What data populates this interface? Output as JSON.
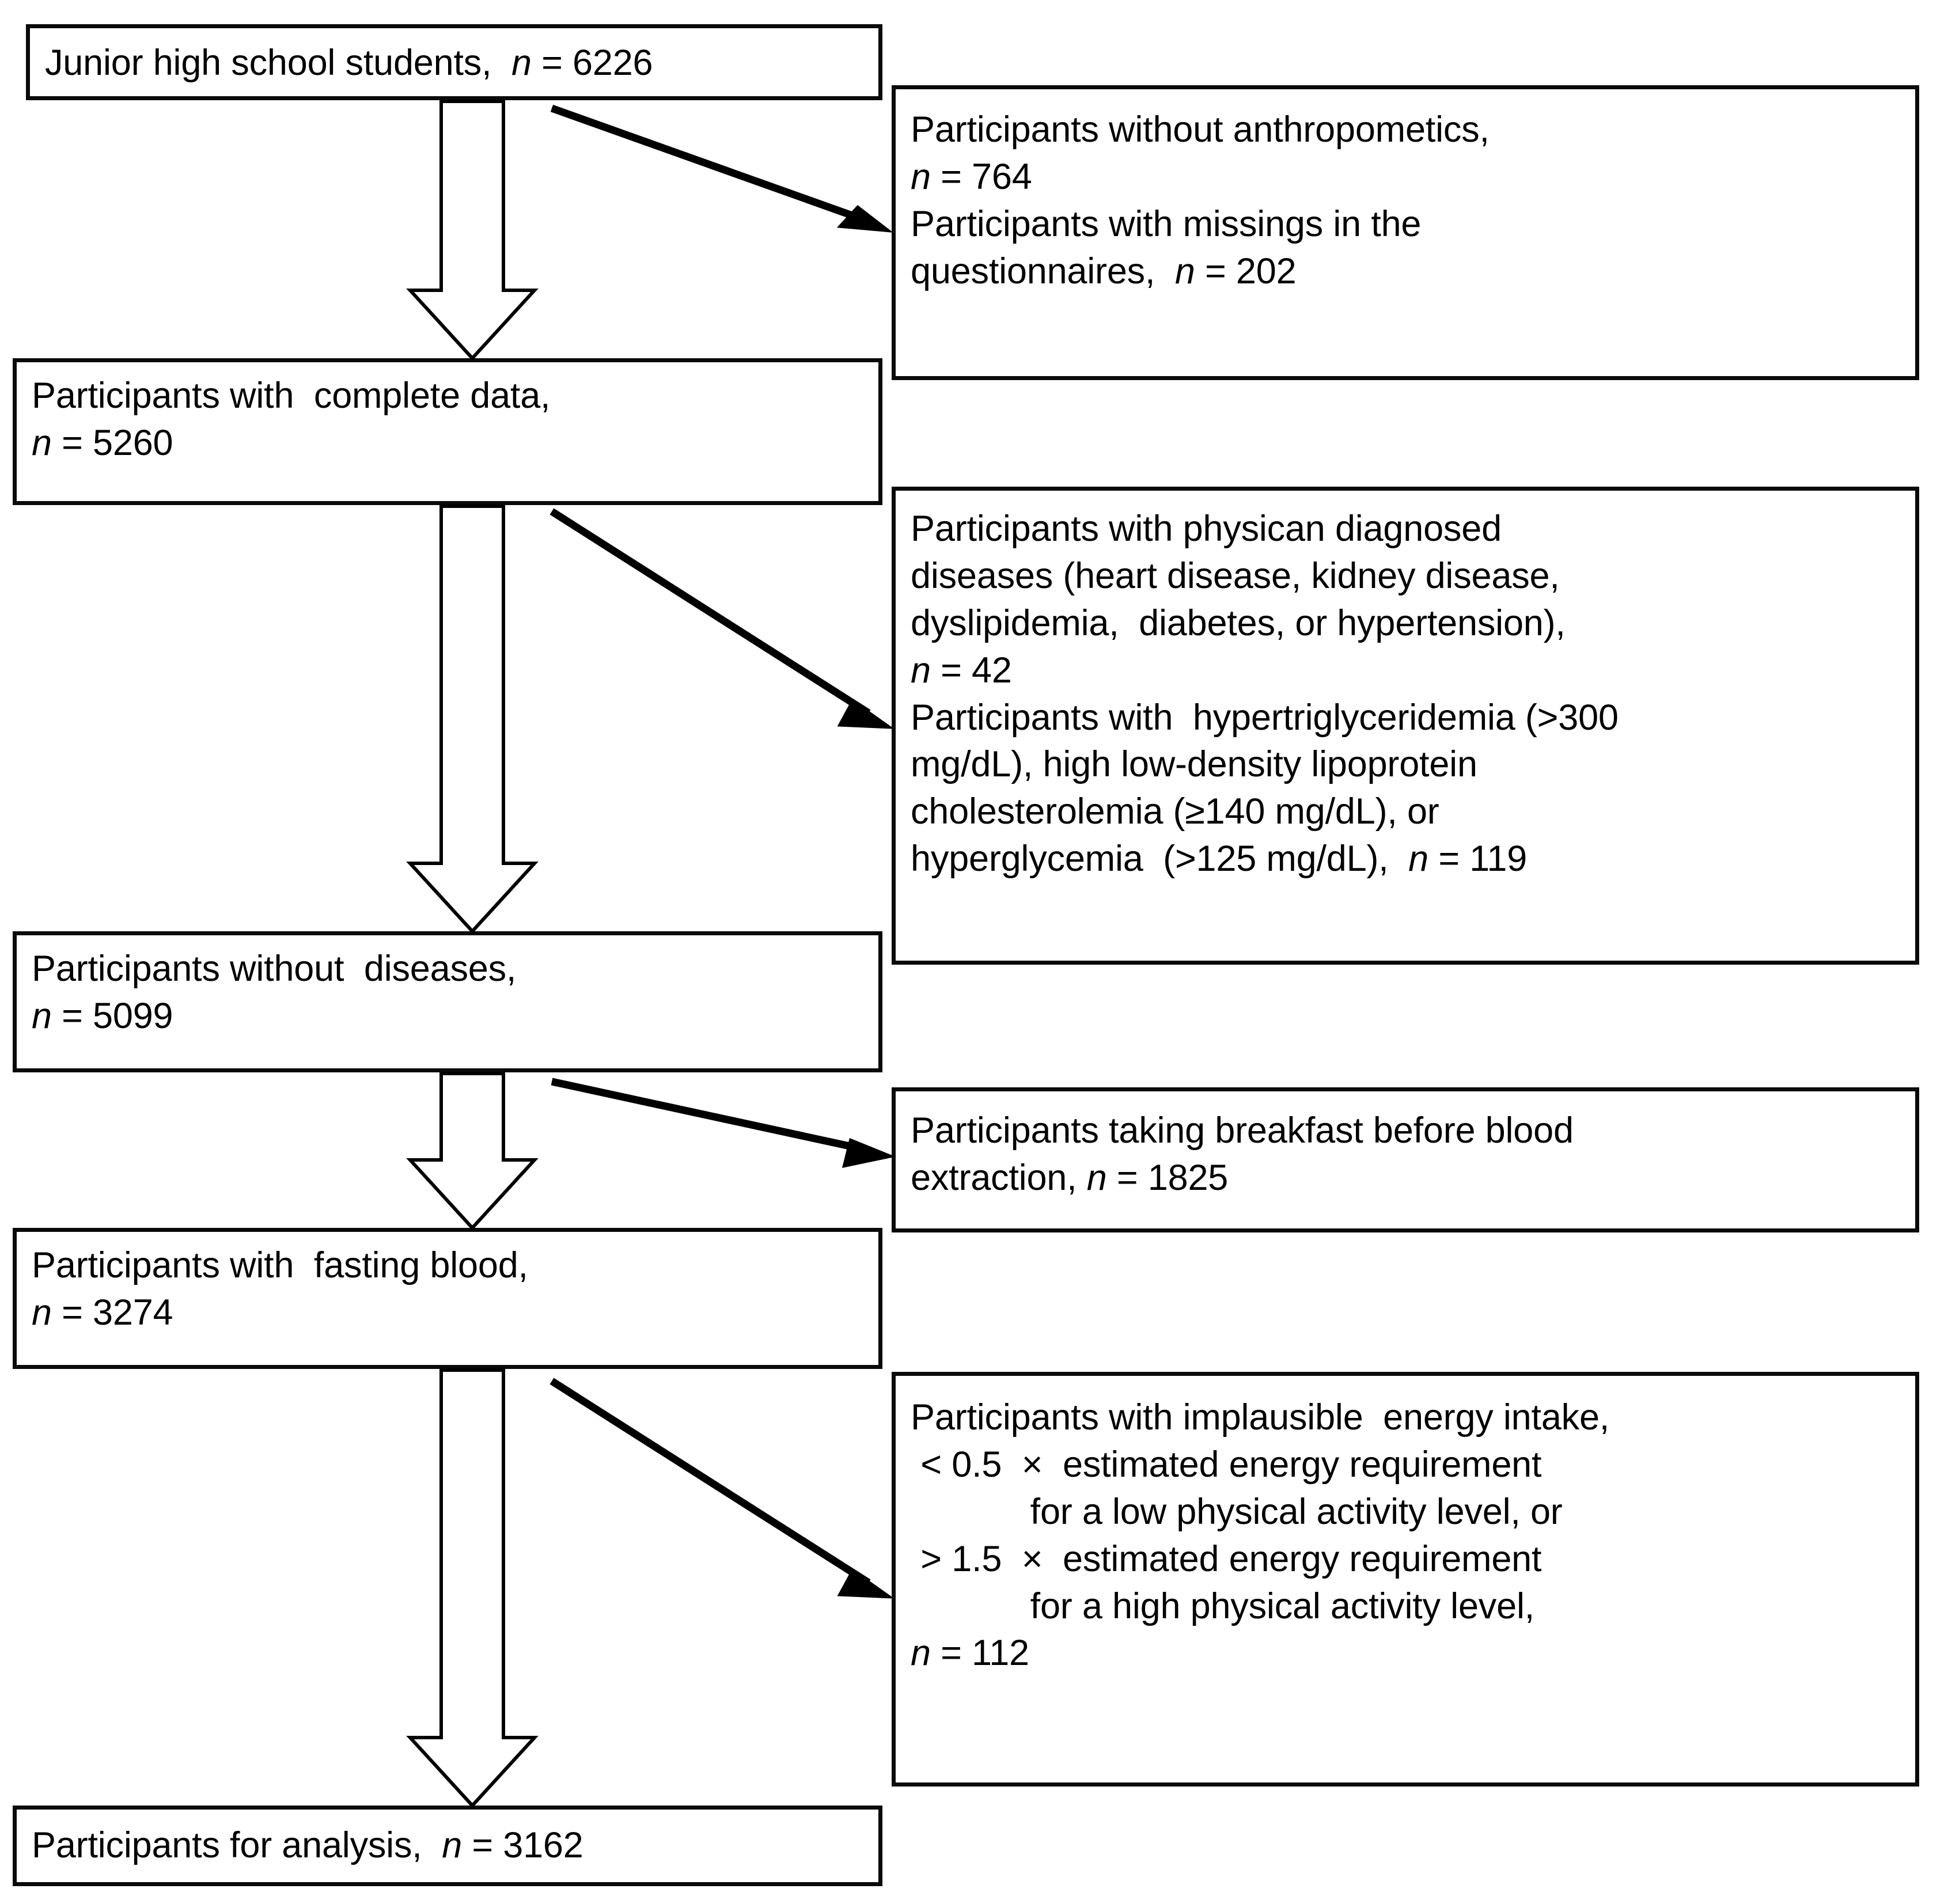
{
  "figure": {
    "type": "participant-flow-diagram",
    "title": "",
    "left_boxes": [
      {
        "id": "junior-high-school-students",
        "lines": [
          "Junior high school students,  n = 6226"
        ],
        "n": 6226
      },
      {
        "id": "participants-with-complete-data",
        "lines": [
          "Participants with  complete data,",
          "n = 5260"
        ],
        "n": 5260
      },
      {
        "id": "participants-without-diseases",
        "lines": [
          "Participants without  diseases,",
          "n = 5099"
        ],
        "n": 5099
      },
      {
        "id": "participants-with-fasting-blood",
        "lines": [
          "Participants with  fasting blood,",
          "n = 3274"
        ],
        "n": 3274
      },
      {
        "id": "participants-for-analysis",
        "lines": [
          "Participants for analysis,  n = 3162"
        ],
        "n": 3162
      }
    ],
    "right_boxes": [
      {
        "id": "exclusion-anthropometrics-questionnaires",
        "lines": [
          "Participants without anthropometics,",
          "n = 764",
          "Participants with missings in the",
          "questionnaires,  n = 202"
        ],
        "exclusions": [
          764,
          202
        ]
      },
      {
        "id": "exclusion-diagnosed-diseases-and-lipids",
        "lines": [
          "Participants with physican diagnosed",
          "diseases (heart disease, kidney disease,",
          "dyslipidemia,  diabetes, or hypertension),",
          "n = 42",
          "Participants with  hypertriglyceridemia (>300",
          "mg/dL), high low-density lipoprotein",
          "cholesterolemia (≥140 mg/dL), or",
          "hyperglycemia  (>125 mg/dL),  n = 119"
        ],
        "exclusions": [
          42,
          119
        ]
      },
      {
        "id": "exclusion-breakfast-before-blood-extraction",
        "lines": [
          "Participants taking breakfast before blood",
          "extraction, n = 1825"
        ],
        "exclusions": [
          1825
        ]
      },
      {
        "id": "exclusion-implausible-energy-intake",
        "lines": [
          "Participants with implausible  energy intake,",
          " < 0.5  ×  estimated energy requirement",
          "            for a low physical activity level, or",
          " > 1.5  ×  estimated energy requirement",
          "            for a high physical activity level,",
          "n = 112"
        ],
        "exclusions": [
          112
        ]
      }
    ],
    "down_arrows": [
      {
        "id": "down-arrow-1",
        "from": "junior-high-school-students",
        "to": "participants-with-complete-data"
      },
      {
        "id": "down-arrow-2",
        "from": "participants-with-complete-data",
        "to": "participants-without-diseases"
      },
      {
        "id": "down-arrow-3",
        "from": "participants-without-diseases",
        "to": "participants-with-fasting-blood"
      },
      {
        "id": "down-arrow-4",
        "from": "participants-with-fasting-blood",
        "to": "participants-for-analysis"
      }
    ],
    "exclusion_arrows": [
      {
        "id": "exclusion-arrow-1",
        "to": "exclusion-anthropometrics-questionnaires"
      },
      {
        "id": "exclusion-arrow-2",
        "to": "exclusion-diagnosed-diseases-and-lipids"
      },
      {
        "id": "exclusion-arrow-3",
        "to": "exclusion-breakfast-before-blood-extraction"
      },
      {
        "id": "exclusion-arrow-4",
        "to": "exclusion-implausible-energy-intake"
      }
    ],
    "colors": {
      "box_border": "#0a0a0a",
      "box_fill": "#ffffff",
      "text": "#000000",
      "arrow_stroke": "#000000"
    }
  }
}
